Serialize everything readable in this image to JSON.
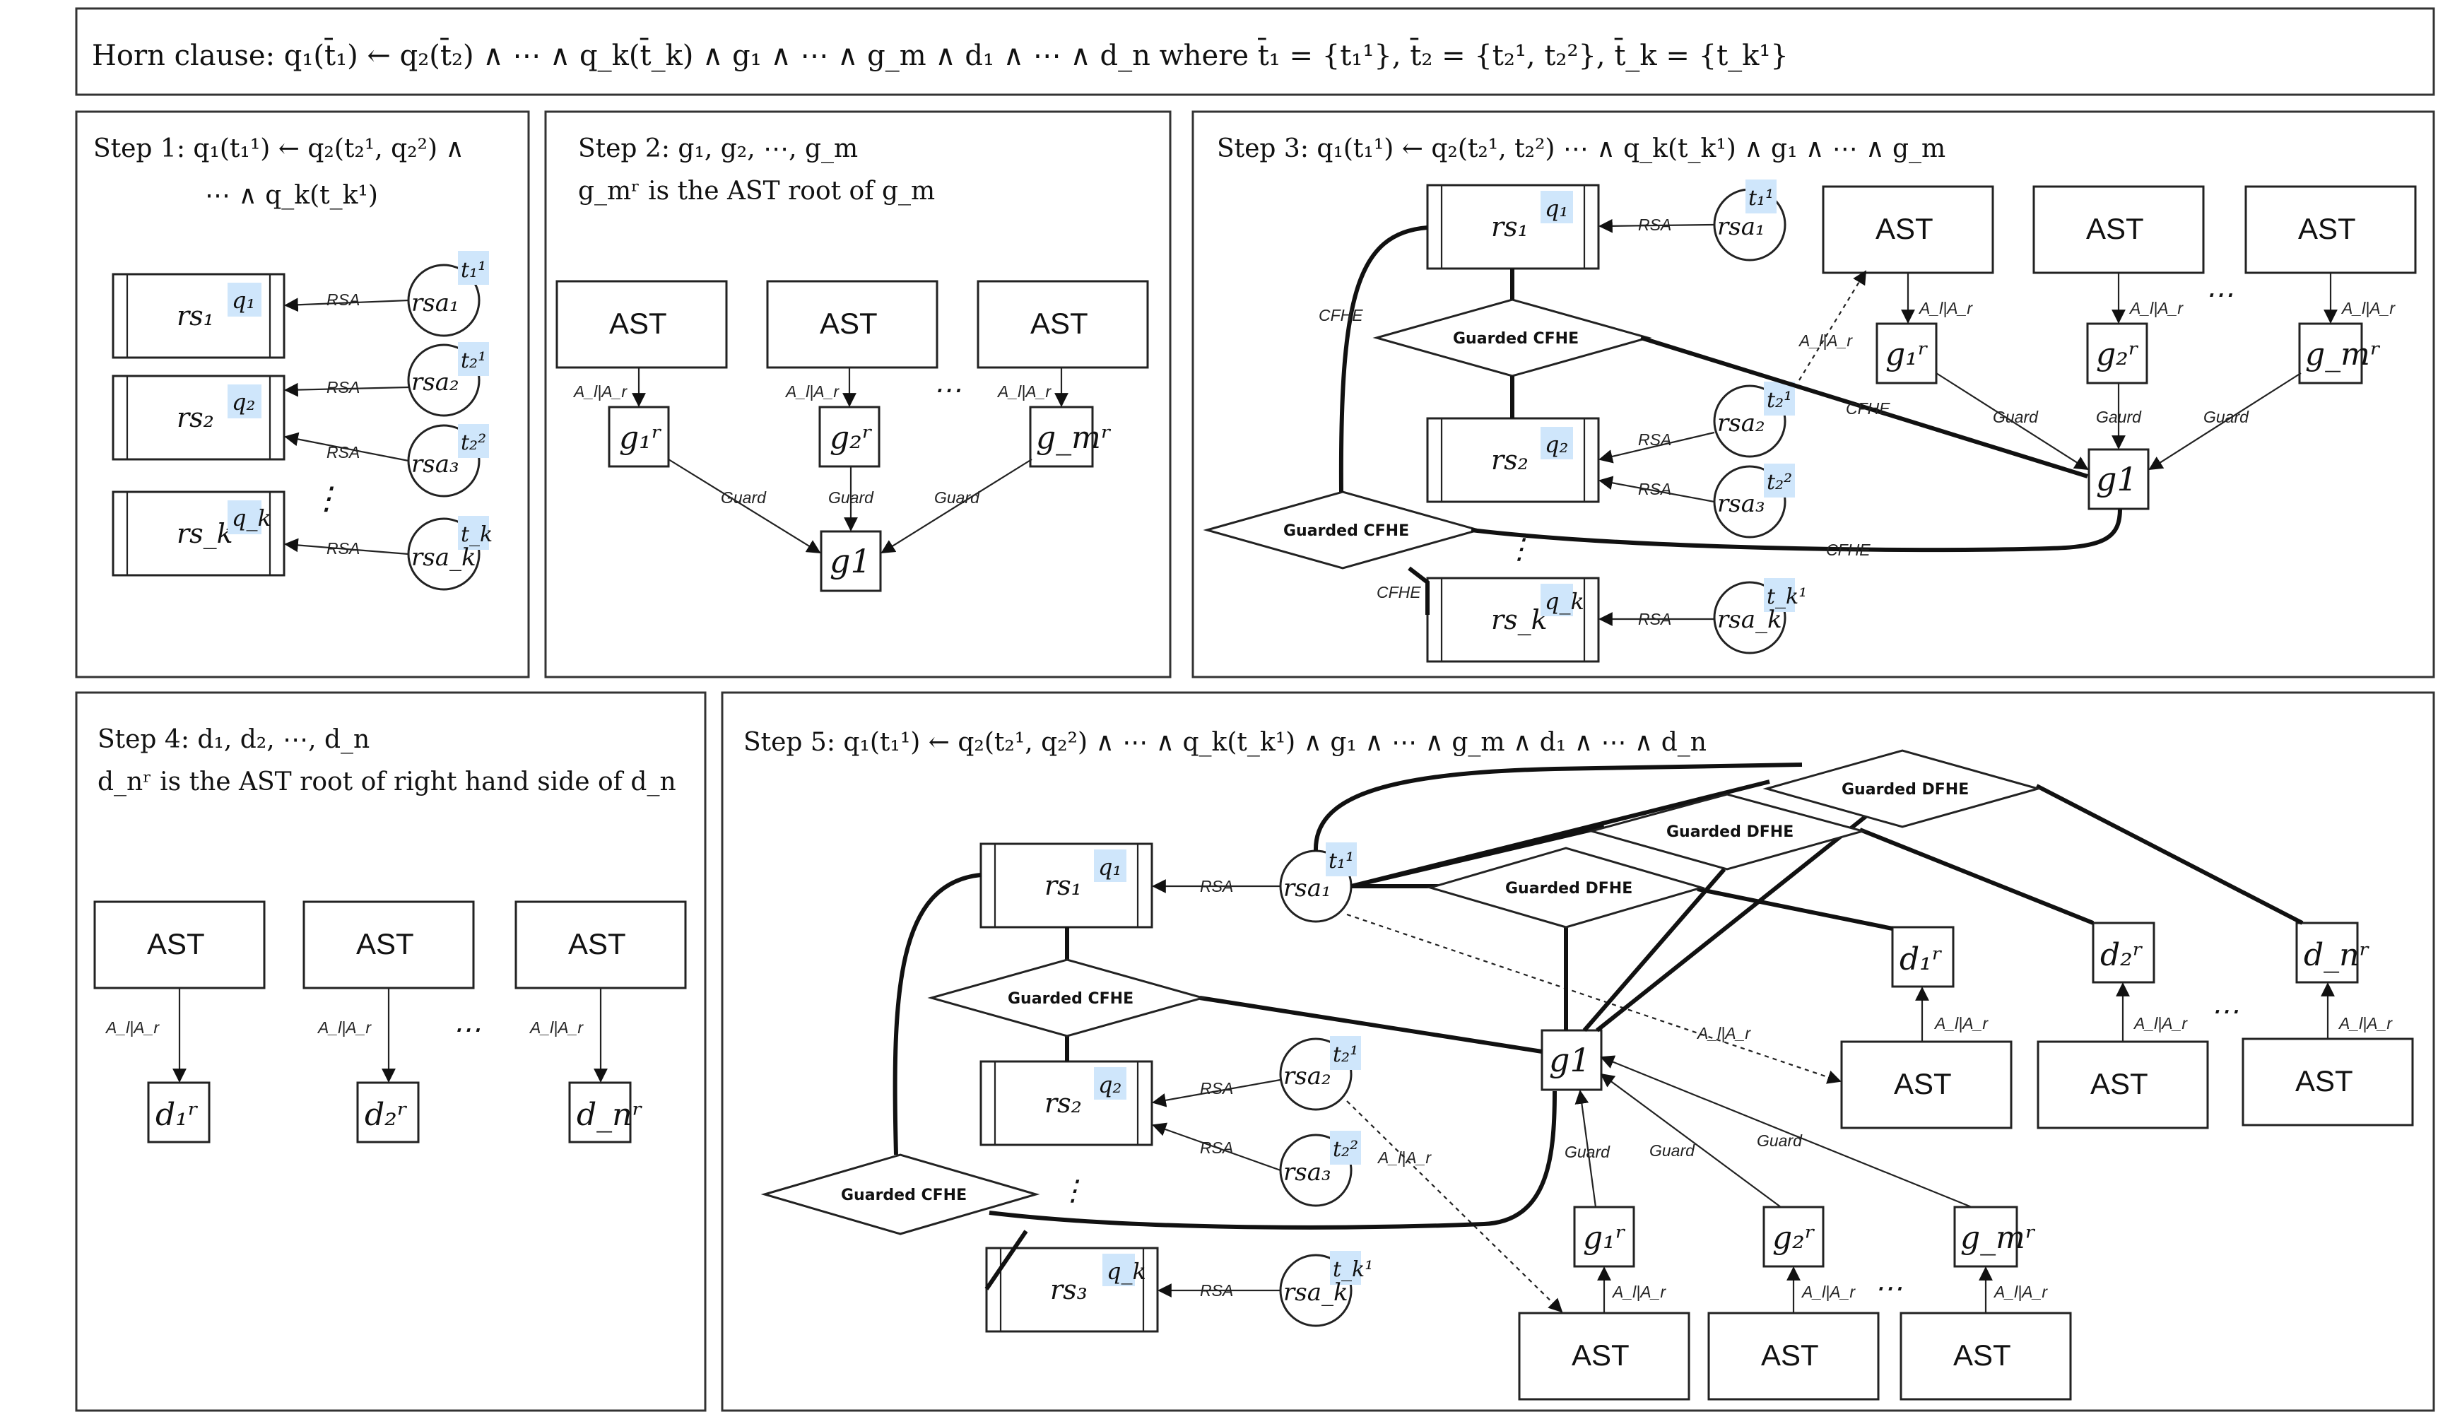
{
  "header": {
    "text": "Horn clause: q₁(t̄₁) ← q₂(t̄₂) ∧ ⋯ ∧ q_k(t̄_k) ∧ g₁ ∧ ⋯ ∧ g_m ∧ d₁ ∧ ⋯ ∧ d_n where t̄₁ = {t₁¹}, t̄₂ = {t₂¹, t₂²}, t̄_k = {t_k¹}"
  },
  "step1": {
    "title_line1": "Step 1: q₁(t₁¹) ← q₂(t₂¹, q₂²) ∧",
    "title_line2": "⋯ ∧ q_k(t_k¹)"
  },
  "step2": {
    "title_line1": "Step 2: g₁, g₂, ⋯, g_m",
    "title_line2": "g_mʳ is the AST root of g_m"
  },
  "step3": {
    "title_line1": "Step 3: q₁(t₁¹) ← q₂(t₂¹, t₂²) ⋯ ∧ q_k(t_k¹) ∧ g₁ ∧ ⋯ ∧ g_m"
  },
  "step4": {
    "title_line1": "Step 4: d₁, d₂, ⋯, d_n",
    "title_line2": "d_nʳ is the AST root of right hand side of d_n"
  },
  "step5": {
    "title_line1": "Step 5: q₁(t₁¹) ← q₂(t₂¹, q₂²) ∧ ⋯ ∧ q_k(t_k¹) ∧ g₁ ∧ ⋯ ∧ g_m ∧ d₁ ∧ ⋯ ∧ d_n"
  },
  "labels": {
    "ast": "AST",
    "rsa": "RSA",
    "guard": "Guard",
    "gaurd": "Gaurd",
    "cfhe": "CFHE",
    "guarded_cfhe": "Guarded CFHE",
    "guarded_dfhe": "Guarded DFHE",
    "alar": "A_l|A_r",
    "ellipsis": "⋯",
    "vdots": "⋮",
    "g1": "g1"
  },
  "nodes": {
    "rs1": "rs₁",
    "rs2": "rs₂",
    "rs3": "rs₃",
    "rsk": "rs_k",
    "q1": "q₁",
    "q2": "q₂",
    "qk": "q_k",
    "rsa1": "rsa₁",
    "rsa2": "rsa₂",
    "rsa3": "rsa₃",
    "rsak": "rsa_k",
    "t11": "t₁¹",
    "t21": "t₂¹",
    "t22": "t₂²",
    "tk": "t_k",
    "tk1": "t_k¹",
    "g1r": "g₁ʳ",
    "g2r": "g₂ʳ",
    "gmr": "g_mʳ",
    "d1r": "d₁ʳ",
    "d2r": "d₂ʳ",
    "dnr": "d_nʳ"
  }
}
